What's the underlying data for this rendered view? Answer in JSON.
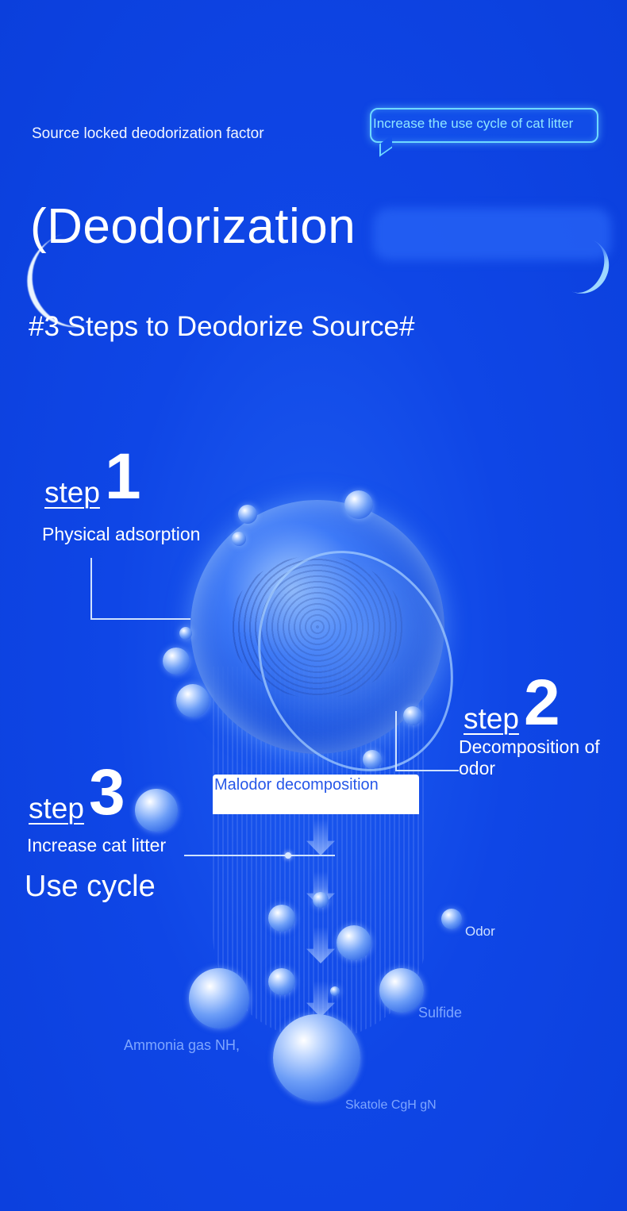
{
  "header": {
    "top_label": "Source locked deodorization factor",
    "bubble_text": "Increase the use cycle of cat litter",
    "hero_title": "(Deodorization",
    "subtitle": "#3 Steps to Deodorize Source#"
  },
  "steps": [
    {
      "word": "step",
      "number": "1",
      "caption": "Physical adsorption"
    },
    {
      "word": "step",
      "number": "2",
      "caption": "Decomposition of odor"
    },
    {
      "word": "step",
      "number": "3",
      "caption": "Increase cat litter",
      "caption2": "Use cycle"
    }
  ],
  "diagram": {
    "malodor_label": "Malodor decomposition",
    "odor_label": "Odor",
    "sulfide_label": "Sulfide",
    "ammonia_label": "Ammonia gas NH,",
    "skatole_label": "Skatole CgH gN"
  },
  "colors": {
    "background": "#0f46e6",
    "bubble_border": "#6fd9ff",
    "malodor_text": "#2657e8"
  }
}
